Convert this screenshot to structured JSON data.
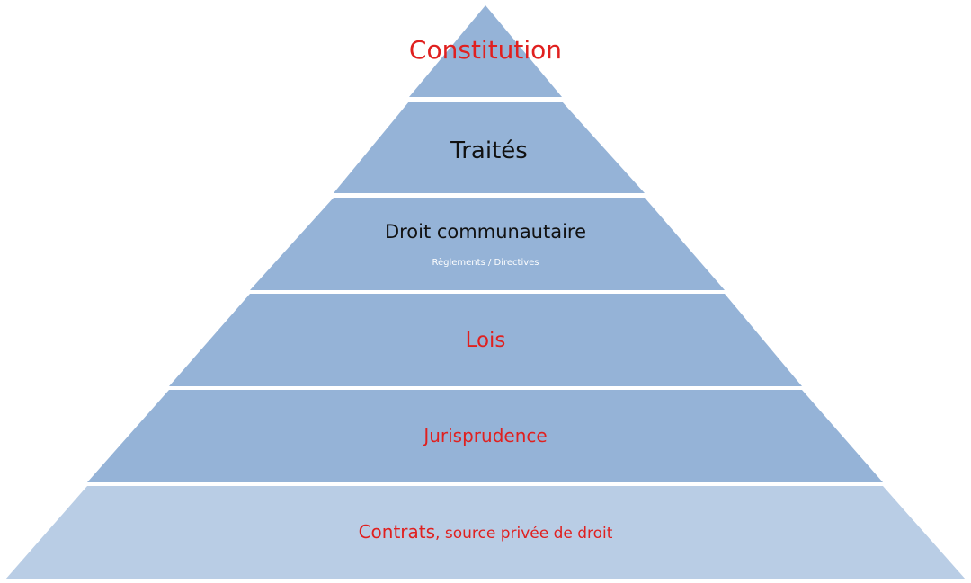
{
  "pyramid": {
    "levels": [
      {
        "label": "Constitution",
        "sublabel": "",
        "label_color": "#e0201f",
        "fill": "#95b3d7"
      },
      {
        "label": "Traités",
        "sublabel": "",
        "label_color": "#111111",
        "fill": "#95b3d7"
      },
      {
        "label": "Droit communautaire",
        "sublabel": "Règlements / Directives",
        "label_color": "#111111",
        "sublabel_color": "#ffffff",
        "fill": "#95b3d7"
      },
      {
        "label": "Lois",
        "sublabel": "",
        "label_color": "#e0201f",
        "fill": "#95b3d7"
      },
      {
        "label": "Jurisprudence",
        "sublabel": "",
        "label_color": "#e0201f",
        "fill": "#95b3d7"
      },
      {
        "label": "Contrats",
        "label_suffix": ", source privée de droit",
        "sublabel": "",
        "label_color": "#e0201f",
        "fill": "#b9cde5"
      }
    ],
    "separator_color": "#ffffff"
  }
}
